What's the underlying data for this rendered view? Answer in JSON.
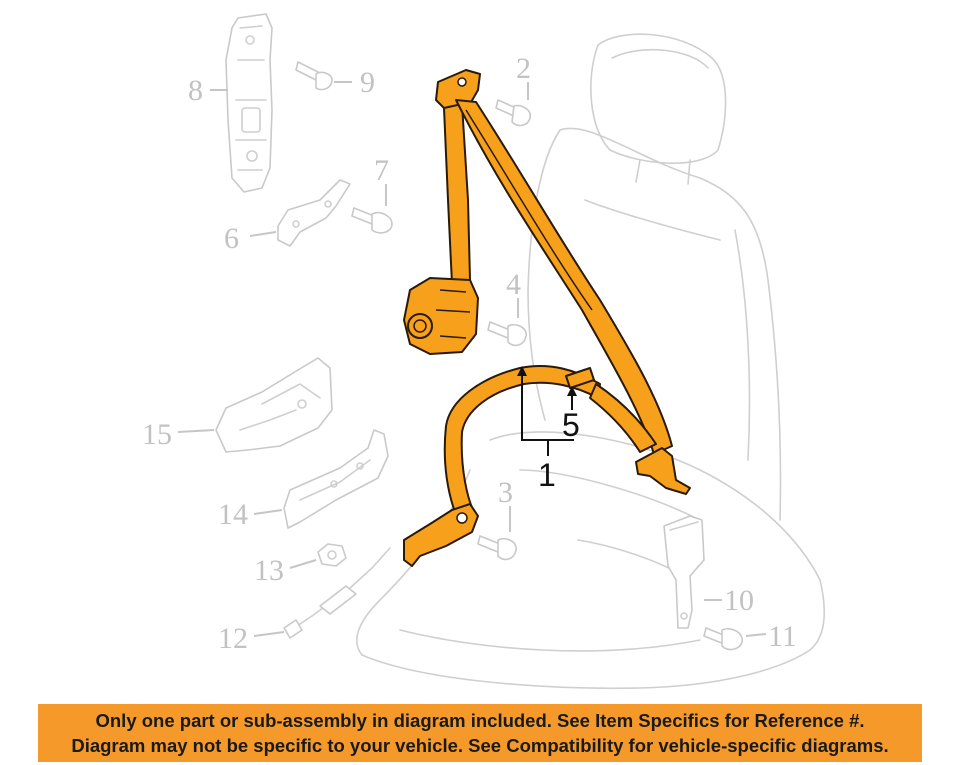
{
  "callouts": {
    "c1": "1",
    "c2": "2",
    "c3": "3",
    "c4": "4",
    "c5": "5",
    "c6": "6",
    "c7": "7",
    "c8": "8",
    "c9": "9",
    "c10": "10",
    "c11": "11",
    "c12": "12",
    "c13": "13",
    "c14": "14",
    "c15": "15"
  },
  "colors": {
    "highlight_part": "#f7a01c",
    "ghost_parts": "#cfcfcf",
    "banner": "#f59a2a"
  },
  "disclaimer": {
    "line1": "Only one part or sub-assembly in diagram included. See Item Specifics for Reference #.",
    "line2": "Diagram may not be specific to your vehicle. See Compatibility for vehicle-specific diagrams."
  }
}
